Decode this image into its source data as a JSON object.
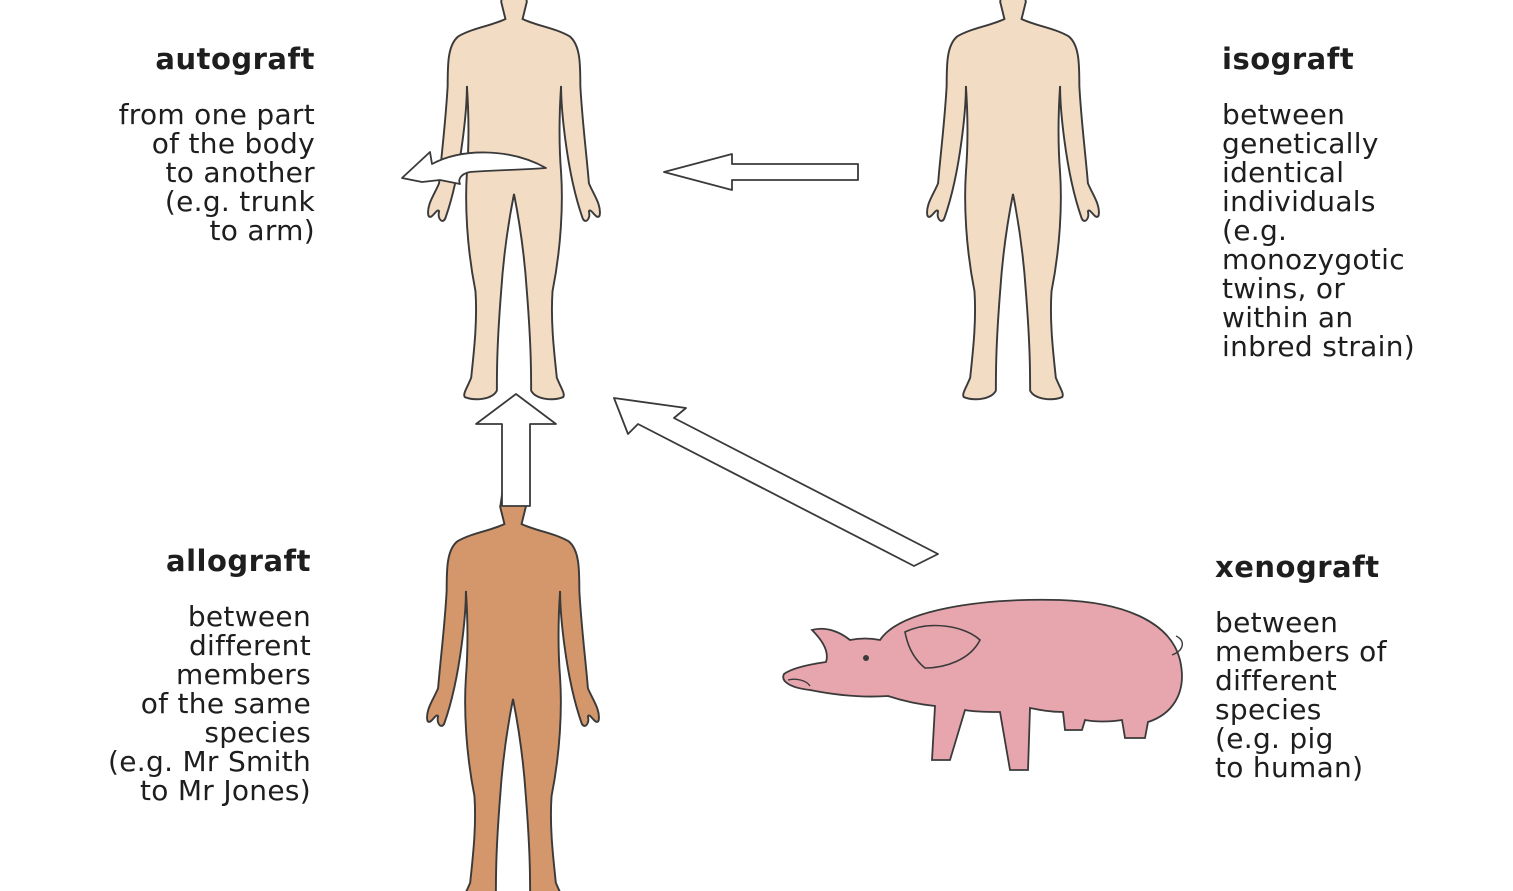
{
  "colors": {
    "human_light": "#f3dcc4",
    "human_dark": "#d4976b",
    "pig": "#e7a6ad",
    "outline": "#3a3a3a"
  },
  "icons": [
    "human-recipient-figure",
    "human-isogenic-donor-figure",
    "human-allogenic-donor-figure",
    "pig-figure",
    "arrow-icon"
  ],
  "autograft": {
    "title": "autograft",
    "lines": [
      "from one part",
      "of the body",
      "to another",
      "(e.g. trunk",
      "to arm)"
    ]
  },
  "isograft": {
    "title": "isograft",
    "lines": [
      "between",
      "genetically",
      "identical",
      "individuals",
      "(e.g.",
      "monozygotic",
      "twins, or",
      "within an",
      "inbred strain)"
    ]
  },
  "allograft": {
    "title": "allograft",
    "lines": [
      "between",
      "different",
      "members",
      "of the same",
      "species",
      "(e.g. Mr Smith",
      "to Mr Jones)"
    ]
  },
  "xenograft": {
    "title": "xenograft",
    "lines": [
      "between",
      "members of",
      "different",
      "species",
      "(e.g. pig",
      "to human)"
    ]
  }
}
